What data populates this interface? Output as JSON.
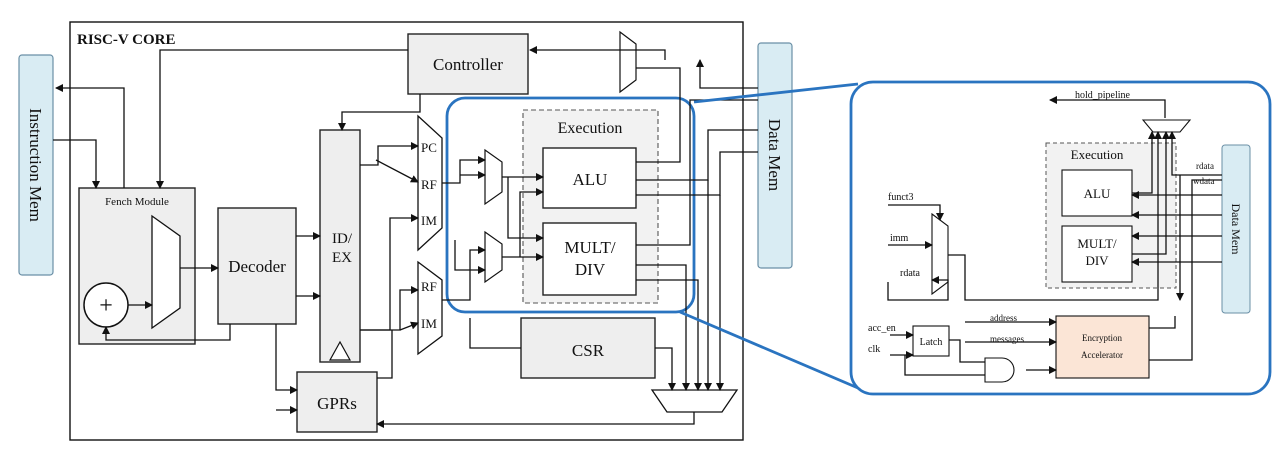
{
  "core": {
    "title": "RISC-V CORE",
    "instruction_mem": "Instruction Mem",
    "data_mem": "Data Mem",
    "controller": "Controller",
    "fetch_module": "Fench Module",
    "adder_symbol": "+",
    "decoder": "Decoder",
    "id_ex_line1": "ID/",
    "id_ex_line2": "EX",
    "mux_top_labels": [
      "PC",
      "RF",
      "IM"
    ],
    "mux_bottom_labels": [
      "RF",
      "IM"
    ],
    "execution": "Execution",
    "alu": "ALU",
    "mult_div_line1": "MULT/",
    "mult_div_line2": "DIV",
    "csr": "CSR",
    "gprs": "GPRs"
  },
  "zoom": {
    "hold_pipeline": "hold_pipeline",
    "execution": "Execution",
    "alu": "ALU",
    "mult_line1": "MULT/",
    "mult_line2": "DIV",
    "funct3": "funct3",
    "imm": "imm",
    "rdata_in": "rdata",
    "rdata": "rdata",
    "wdata": "wdata",
    "data_mem": "Data Mem",
    "acc_en": "acc_en",
    "clk": "clk",
    "latch": "Latch",
    "address": "address",
    "messages": "messages",
    "accel_line1": "Encryption",
    "accel_line2": "Accelerator"
  },
  "colors": {
    "block_fill": "#eeeeee",
    "mem_fill": "#d9ecf3",
    "highlight": "#2a74c0",
    "accelerator_fill": "#fbe5d6"
  }
}
